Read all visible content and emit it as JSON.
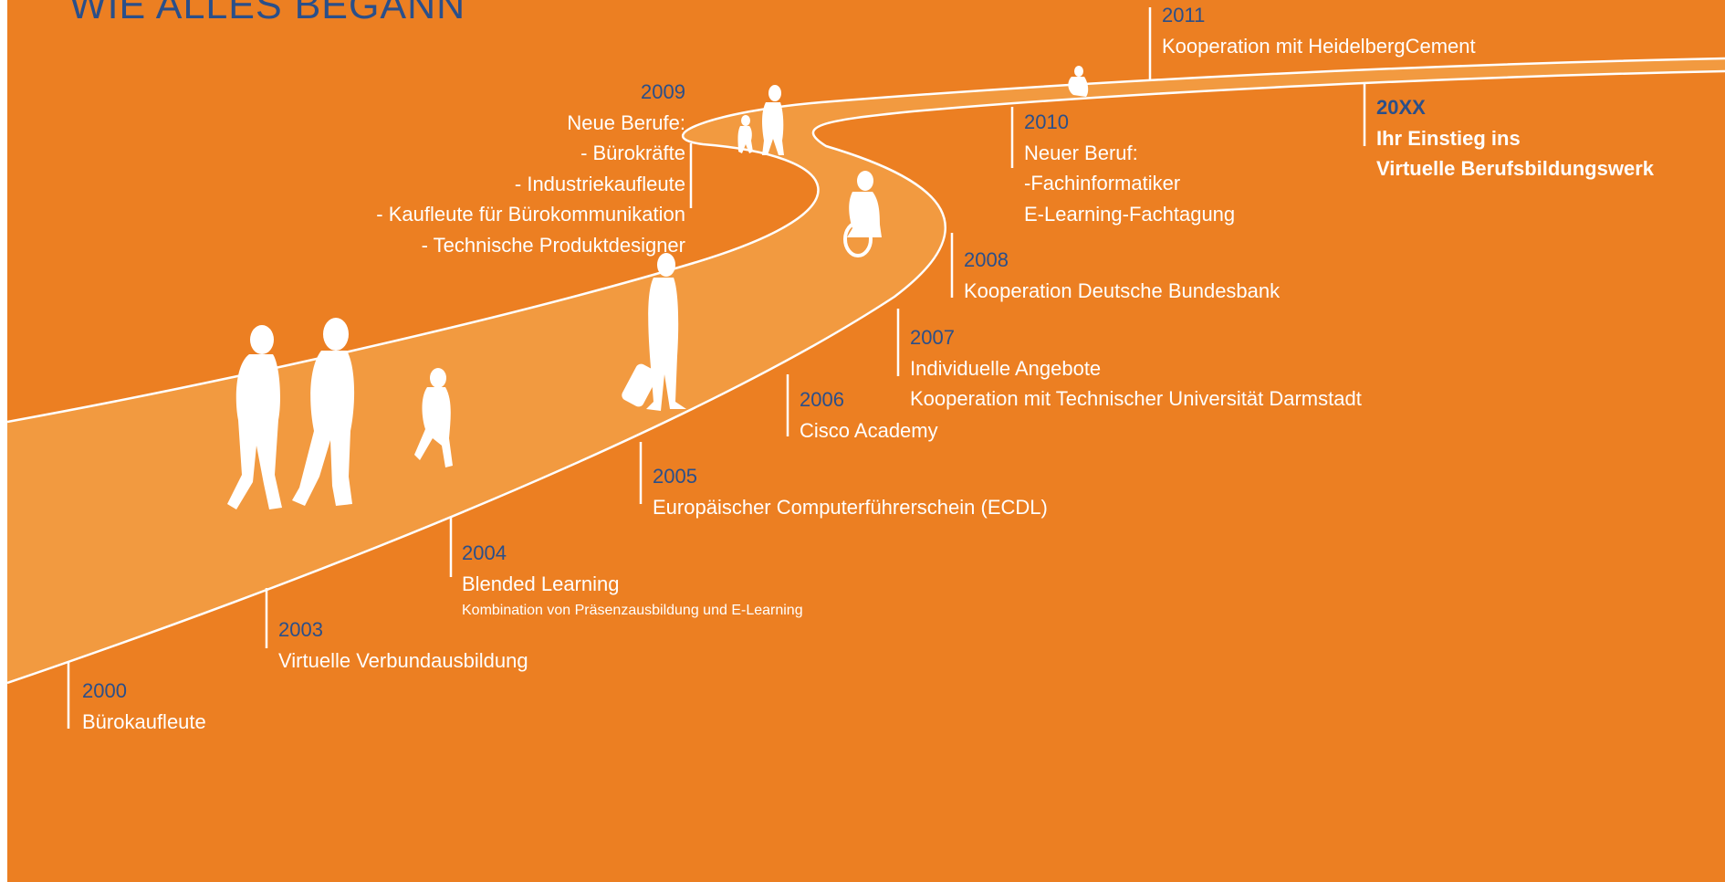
{
  "title": "WIE ALLES BEGANN",
  "colors": {
    "background": "#ec7f22",
    "road": "#f29a40",
    "text": "#ffffff",
    "year": "#2a4f8a"
  },
  "figures": [
    "woman-silhouette",
    "woman-silhouette",
    "child-silhouette",
    "traveler-with-suitcase-silhouette",
    "wheelchair-user-silhouette",
    "adult-with-child-silhouette",
    "small-child-silhouette"
  ],
  "milestones": {
    "m2000": {
      "year": "2000",
      "lines": [
        "Bürokaufleute"
      ]
    },
    "m2003": {
      "year": "2003",
      "lines": [
        "Virtuelle Verbundausbildung"
      ]
    },
    "m2004": {
      "year": "2004",
      "lines": [
        "Blended Learning"
      ],
      "note": "Kombination von Präsenzausbildung und E-Learning"
    },
    "m2005": {
      "year": "2005",
      "lines": [
        "Europäischer Computerführerschein (ECDL)"
      ]
    },
    "m2006": {
      "year": "2006",
      "lines": [
        "Cisco Academy"
      ]
    },
    "m2007": {
      "year": "2007",
      "lines": [
        "Individuelle Angebote",
        "Kooperation mit Technischer Universität Darmstadt"
      ]
    },
    "m2008": {
      "year": "2008",
      "lines": [
        "Kooperation Deutsche Bundesbank"
      ]
    },
    "m2009": {
      "year": "2009",
      "lines": [
        "Neue Berufe:",
        "- Bürokräfte",
        "- Industriekaufleute",
        "- Kaufleute für Bürokommunikation",
        "- Technische Produktdesigner"
      ]
    },
    "m2010": {
      "year": "2010",
      "lines": [
        "Neuer Beruf:",
        "-Fachinformatiker",
        "E-Learning-Fachtagung"
      ]
    },
    "m2011": {
      "year": "2011",
      "lines": [
        "Kooperation mit HeidelbergCement"
      ]
    },
    "m20xx": {
      "year": "20XX",
      "lines": [
        "Ihr Einstieg ins",
        "Virtuelle Berufsbildungswerk"
      ]
    }
  }
}
